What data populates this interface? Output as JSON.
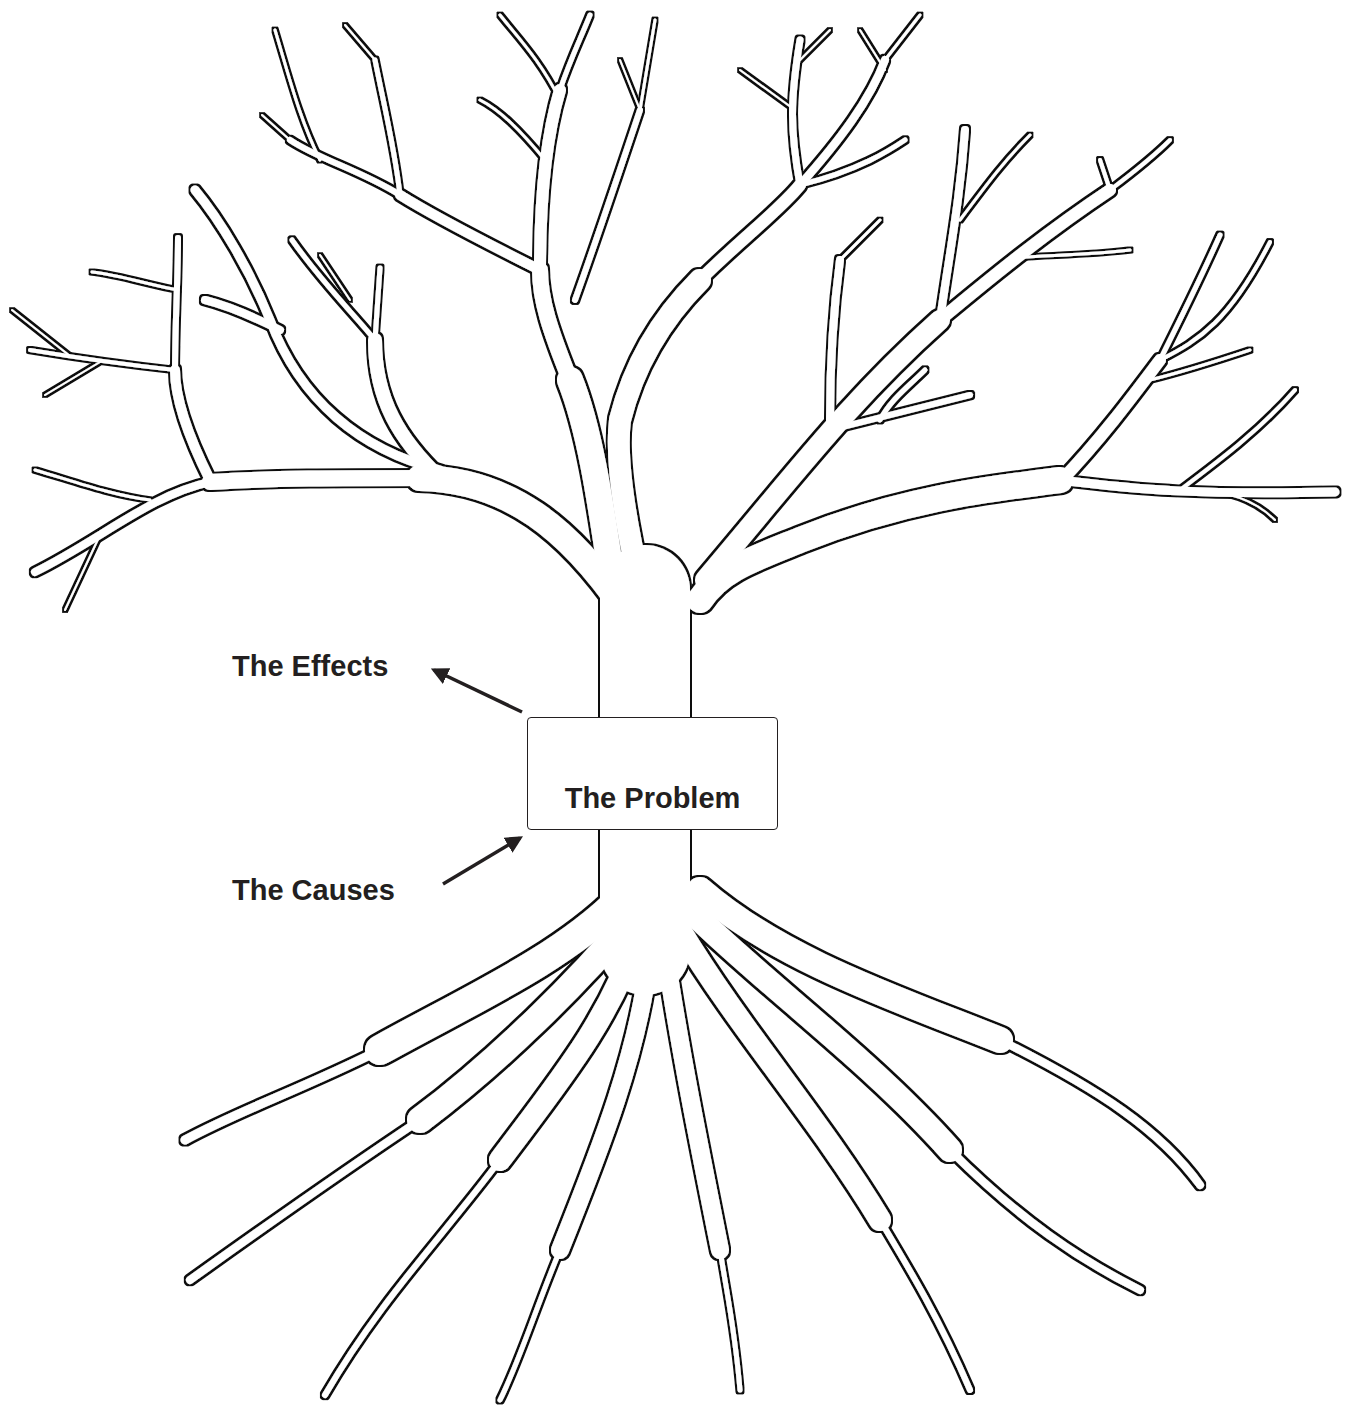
{
  "diagram": {
    "nodes": [
      {
        "text": [
          "The Problem"
        ]
      }
    ],
    "labels": [
      "The Effects",
      "The Causes"
    ]
  }
}
